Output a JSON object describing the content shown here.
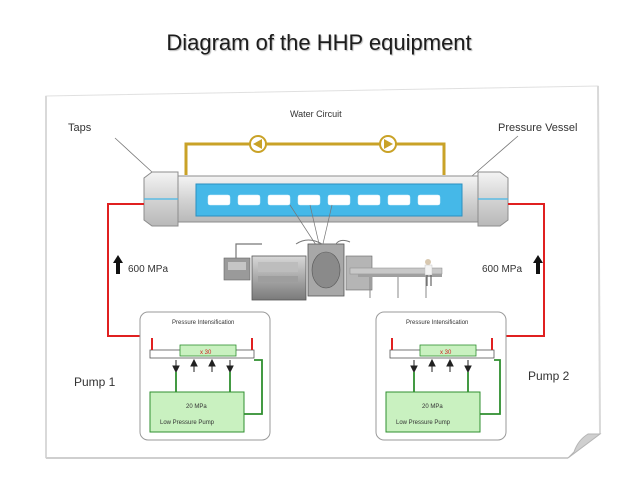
{
  "slide": {
    "title": "Diagram of the HHP equipment"
  },
  "diagram": {
    "labels": {
      "water_circuit": "Water Circuit",
      "taps": "Taps",
      "pressure_vessel": "Pressure Vessel",
      "left_pressure": "600 MPa",
      "right_pressure": "600 MPa"
    },
    "pump_left": {
      "name": "Pump 1",
      "intensifier_title": "Pressure Intensification",
      "ratio": "x 30",
      "pump_pressure": "20 MPa",
      "pump_type": "Low Pressure Pump"
    },
    "pump_right": {
      "name": "Pump 2",
      "intensifier_title": "Pressure Intensification",
      "ratio": "x 30",
      "pump_pressure": "20 MPa",
      "pump_type": "Low Pressure Pump"
    },
    "colors": {
      "water_circuit": "#c9a227",
      "high_pressure_line": "#e02020",
      "low_pressure_line": "#2f8f2f",
      "vessel_chamber": "#45b8e8",
      "pump_box_fill": "#c9f1c0"
    }
  }
}
